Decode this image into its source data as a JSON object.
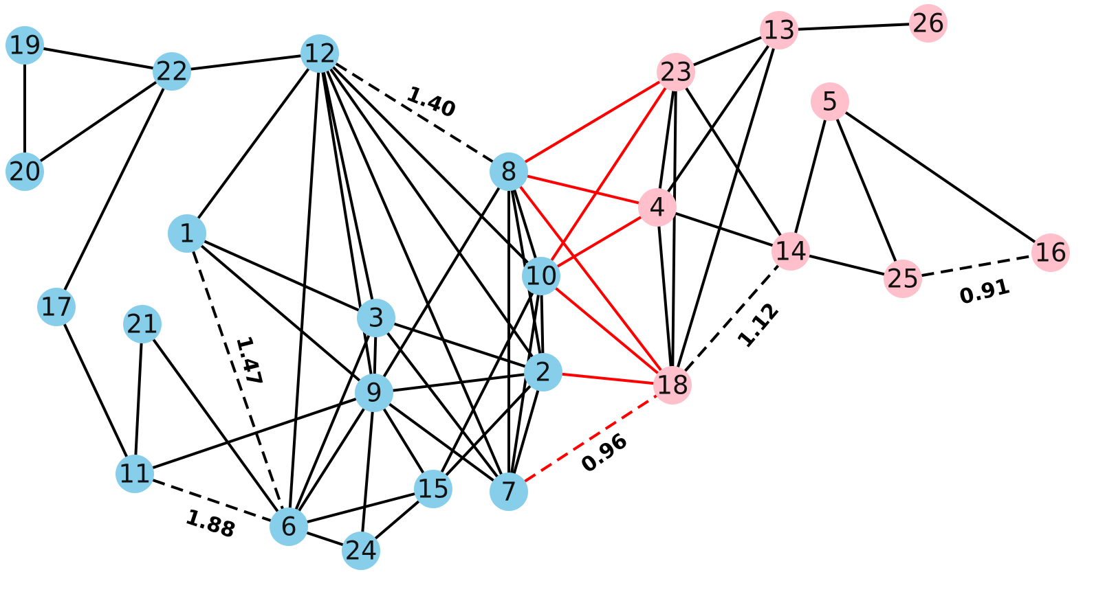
{
  "graph": {
    "colors": {
      "group_a": "#87ceeb",
      "group_b": "#ffc0cb",
      "edge_default": "#000000",
      "edge_highlight": "#ff0000"
    },
    "nodes": [
      {
        "id": "1",
        "group": "a"
      },
      {
        "id": "2",
        "group": "a"
      },
      {
        "id": "3",
        "group": "a"
      },
      {
        "id": "4",
        "group": "b"
      },
      {
        "id": "5",
        "group": "b"
      },
      {
        "id": "6",
        "group": "a"
      },
      {
        "id": "7",
        "group": "a"
      },
      {
        "id": "8",
        "group": "a"
      },
      {
        "id": "9",
        "group": "a"
      },
      {
        "id": "10",
        "group": "a"
      },
      {
        "id": "11",
        "group": "a"
      },
      {
        "id": "12",
        "group": "a"
      },
      {
        "id": "13",
        "group": "b"
      },
      {
        "id": "14",
        "group": "b"
      },
      {
        "id": "15",
        "group": "a"
      },
      {
        "id": "16",
        "group": "b"
      },
      {
        "id": "17",
        "group": "a"
      },
      {
        "id": "18",
        "group": "b"
      },
      {
        "id": "19",
        "group": "a"
      },
      {
        "id": "20",
        "group": "a"
      },
      {
        "id": "21",
        "group": "a"
      },
      {
        "id": "22",
        "group": "a"
      },
      {
        "id": "23",
        "group": "b"
      },
      {
        "id": "24",
        "group": "a"
      },
      {
        "id": "25",
        "group": "b"
      },
      {
        "id": "26",
        "group": "b"
      }
    ],
    "edges": [
      {
        "source": "19",
        "target": "22"
      },
      {
        "source": "19",
        "target": "20"
      },
      {
        "source": "20",
        "target": "22"
      },
      {
        "source": "22",
        "target": "12"
      },
      {
        "source": "22",
        "target": "17"
      },
      {
        "source": "17",
        "target": "11"
      },
      {
        "source": "21",
        "target": "11"
      },
      {
        "source": "21",
        "target": "6"
      },
      {
        "source": "11",
        "target": "9"
      },
      {
        "source": "11",
        "target": "6",
        "dashed": true,
        "weight": "1.88"
      },
      {
        "source": "1",
        "target": "12"
      },
      {
        "source": "1",
        "target": "3"
      },
      {
        "source": "1",
        "target": "9"
      },
      {
        "source": "1",
        "target": "6",
        "dashed": true,
        "weight": "1.47"
      },
      {
        "source": "12",
        "target": "6"
      },
      {
        "source": "12",
        "target": "3"
      },
      {
        "source": "12",
        "target": "9"
      },
      {
        "source": "12",
        "target": "7"
      },
      {
        "source": "12",
        "target": "2"
      },
      {
        "source": "12",
        "target": "10"
      },
      {
        "source": "12",
        "target": "8",
        "dashed": true,
        "weight": "1.40"
      },
      {
        "source": "3",
        "target": "2"
      },
      {
        "source": "3",
        "target": "9"
      },
      {
        "source": "3",
        "target": "6"
      },
      {
        "source": "3",
        "target": "7"
      },
      {
        "source": "9",
        "target": "2"
      },
      {
        "source": "9",
        "target": "8"
      },
      {
        "source": "9",
        "target": "6"
      },
      {
        "source": "9",
        "target": "24"
      },
      {
        "source": "9",
        "target": "15"
      },
      {
        "source": "9",
        "target": "7"
      },
      {
        "source": "6",
        "target": "15"
      },
      {
        "source": "6",
        "target": "24"
      },
      {
        "source": "15",
        "target": "24"
      },
      {
        "source": "15",
        "target": "10"
      },
      {
        "source": "15",
        "target": "2"
      },
      {
        "source": "8",
        "target": "10"
      },
      {
        "source": "8",
        "target": "2"
      },
      {
        "source": "8",
        "target": "7"
      },
      {
        "source": "10",
        "target": "2"
      },
      {
        "source": "10",
        "target": "7"
      },
      {
        "source": "2",
        "target": "7"
      },
      {
        "source": "8",
        "target": "23",
        "color": "red"
      },
      {
        "source": "8",
        "target": "4",
        "color": "red"
      },
      {
        "source": "8",
        "target": "18",
        "color": "red"
      },
      {
        "source": "10",
        "target": "23",
        "color": "red"
      },
      {
        "source": "10",
        "target": "4",
        "color": "red"
      },
      {
        "source": "10",
        "target": "18",
        "color": "red"
      },
      {
        "source": "2",
        "target": "18",
        "color": "red"
      },
      {
        "source": "7",
        "target": "18",
        "color": "red",
        "dashed": true,
        "weight": "0.96"
      },
      {
        "source": "23",
        "target": "13"
      },
      {
        "source": "23",
        "target": "4"
      },
      {
        "source": "23",
        "target": "18"
      },
      {
        "source": "23",
        "target": "14"
      },
      {
        "source": "13",
        "target": "26"
      },
      {
        "source": "13",
        "target": "4"
      },
      {
        "source": "13",
        "target": "18"
      },
      {
        "source": "4",
        "target": "18"
      },
      {
        "source": "4",
        "target": "14"
      },
      {
        "source": "18",
        "target": "14",
        "dashed": true,
        "weight": "1.12"
      },
      {
        "source": "14",
        "target": "5"
      },
      {
        "source": "14",
        "target": "25"
      },
      {
        "source": "5",
        "target": "25"
      },
      {
        "source": "5",
        "target": "16"
      },
      {
        "source": "25",
        "target": "16",
        "dashed": true,
        "weight": "0.91"
      }
    ]
  }
}
